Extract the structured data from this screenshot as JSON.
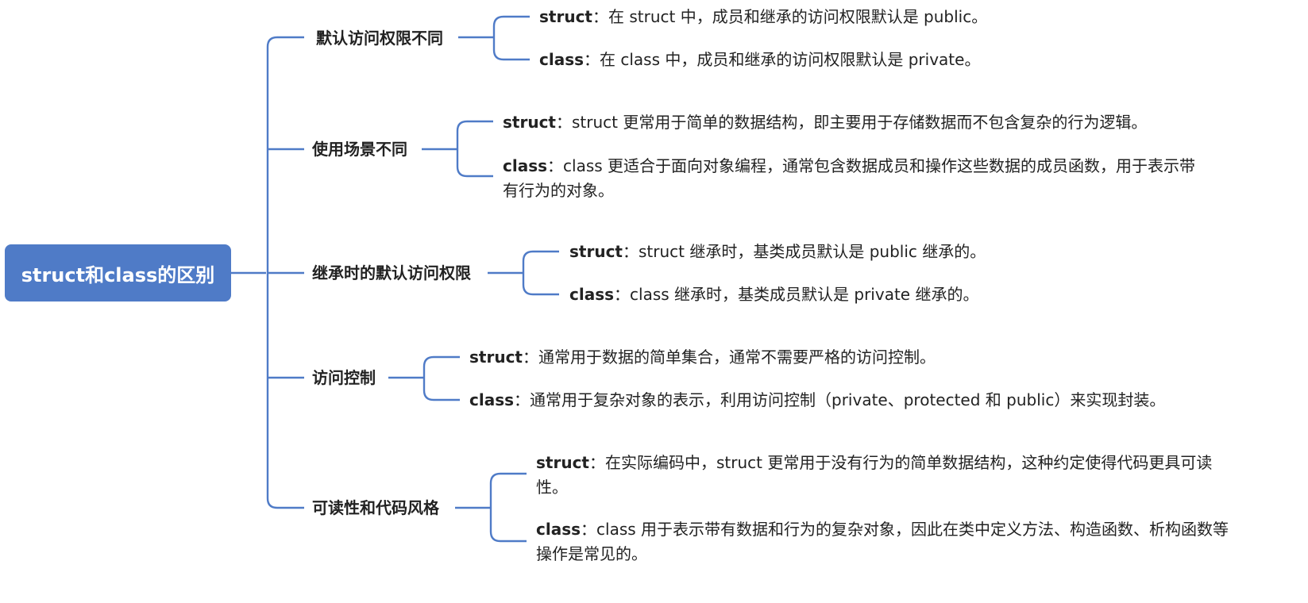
{
  "root": {
    "label": "struct和class的区别"
  },
  "branches": [
    {
      "label": "默认访问权限不同",
      "leaves": [
        {
          "keyword": "struct",
          "text": "：在 struct 中，成员和继承的访问权限默认是 public。"
        },
        {
          "keyword": "class",
          "text": "：在 class 中，成员和继承的访问权限默认是 private。"
        }
      ]
    },
    {
      "label": "使用场景不同",
      "leaves": [
        {
          "keyword": "struct",
          "text": "：struct 更常用于简单的数据结构，即主要用于存储数据而不包含复杂的行为逻辑。"
        },
        {
          "keyword": "class",
          "text": "：class 更适合于面向对象编程，通常包含数据成员和操作这些数据的成员函数，用于表示带有行为的对象。"
        }
      ]
    },
    {
      "label": "继承时的默认访问权限",
      "leaves": [
        {
          "keyword": "struct",
          "text": "：struct 继承时，基类成员默认是 public 继承的。"
        },
        {
          "keyword": "class",
          "text": "：class 继承时，基类成员默认是 private 继承的。"
        }
      ]
    },
    {
      "label": "访问控制",
      "leaves": [
        {
          "keyword": "struct",
          "text": "：通常用于数据的简单集合，通常不需要严格的访问控制。"
        },
        {
          "keyword": "class",
          "text": "：通常用于复杂对象的表示，利用访问控制（private、protected 和 public）来实现封装。"
        }
      ]
    },
    {
      "label": "可读性和代码风格",
      "leaves": [
        {
          "keyword": "struct",
          "text": "：在实际编码中，struct 更常用于没有行为的简单数据结构，这种约定使得代码更具可读性。"
        },
        {
          "keyword": "class",
          "text": "：class 用于表示带有数据和行为的复杂对象，因此在类中定义方法、构造函数、析构函数等操作是常见的。"
        }
      ]
    }
  ],
  "colors": {
    "accent": "#4f7bc7",
    "root_text": "#ffffff",
    "text": "#222222"
  }
}
